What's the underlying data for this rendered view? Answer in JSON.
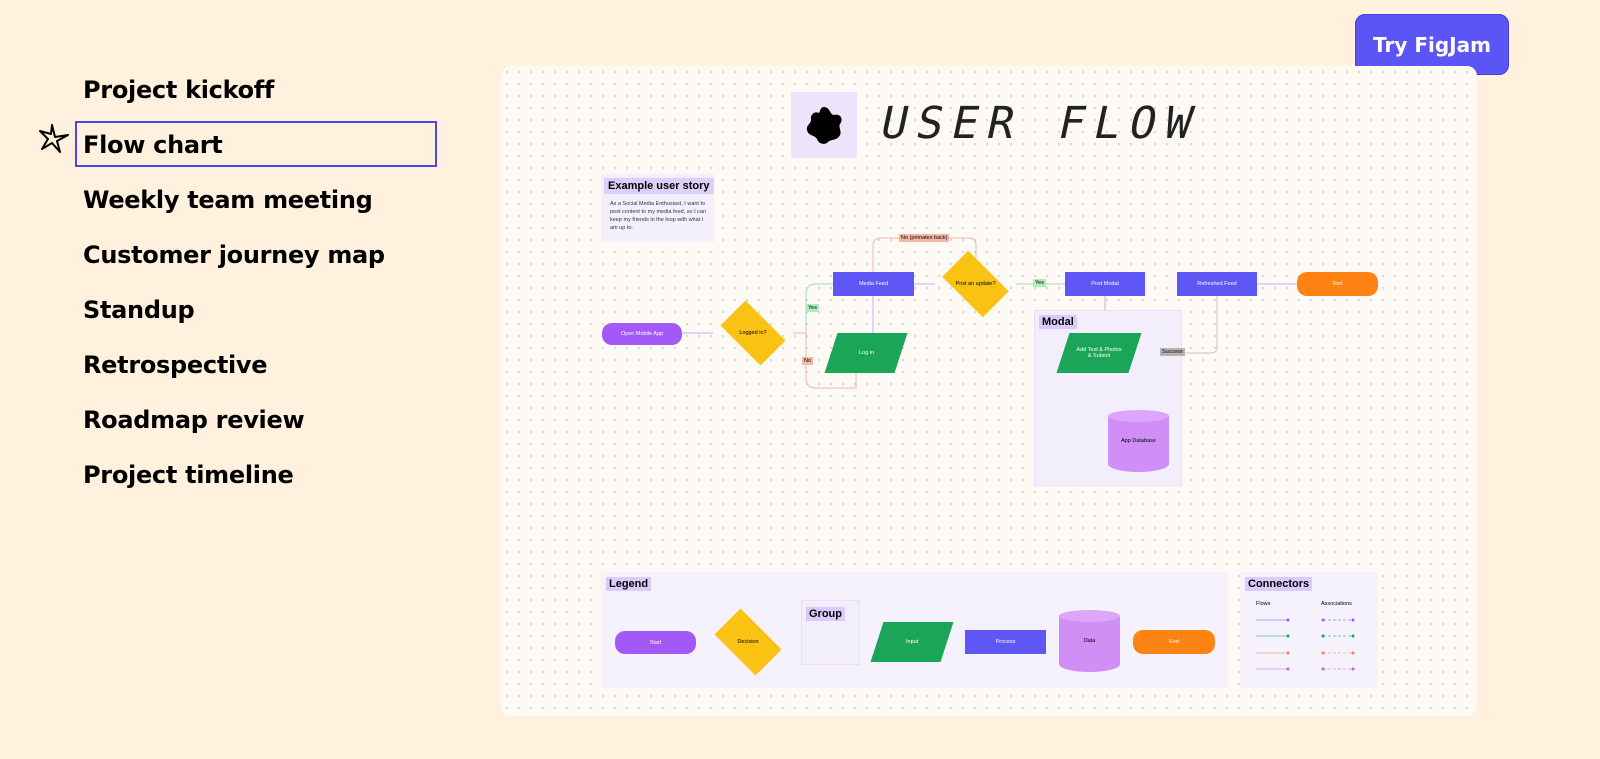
{
  "cta": {
    "label": "Try FigJam"
  },
  "sidebar": {
    "items": [
      {
        "label": "Project kickoff"
      },
      {
        "label": "Flow chart"
      },
      {
        "label": "Weekly team meeting"
      },
      {
        "label": "Customer journey map"
      },
      {
        "label": "Standup"
      },
      {
        "label": "Retrospective"
      },
      {
        "label": "Roadmap review"
      },
      {
        "label": "Project timeline"
      }
    ],
    "active_index": 1
  },
  "board": {
    "title": "USER FLOW",
    "logo_icon": "flower-blob-icon",
    "story": {
      "title": "Example user story",
      "body": "As a Social Media Enthusiast, I want to post content to my media feed, so I can keep my friends in the loop with what I am up to."
    },
    "nodes": {
      "open_app": "Open Mobile App",
      "logged_in": "Logged in?",
      "media_feed": "Media Feed",
      "log_in": "Log in",
      "post_update": "Post an update?",
      "post_modal": "Post Modal",
      "refreshed_feed": "Refreshed Feed",
      "end": "End",
      "add_text": "Add Text & Photos & Submit",
      "app_database": "App Database"
    },
    "edge_labels": {
      "yes_1": "Yes",
      "no_1": "No",
      "no_primes": "No (primates back)",
      "yes_2": "Yes",
      "success": "Success"
    },
    "modal_group": "Modal",
    "legend": {
      "title": "Legend",
      "start": "Start",
      "decision": "Decision",
      "group": "Group",
      "input": "Input",
      "process": "Process",
      "data": "Data",
      "end": "End"
    },
    "connectors": {
      "title": "Connectors",
      "col1": "Flows",
      "col2": "Associations"
    }
  },
  "colors": {
    "background": "#fff1de",
    "accent": "#5b55f6",
    "start_pill": "#a259f7",
    "decision": "#fac212",
    "input": "#1aa559",
    "process": "#5f56f6",
    "end": "#fd8312",
    "data": "#cf8ff7"
  }
}
